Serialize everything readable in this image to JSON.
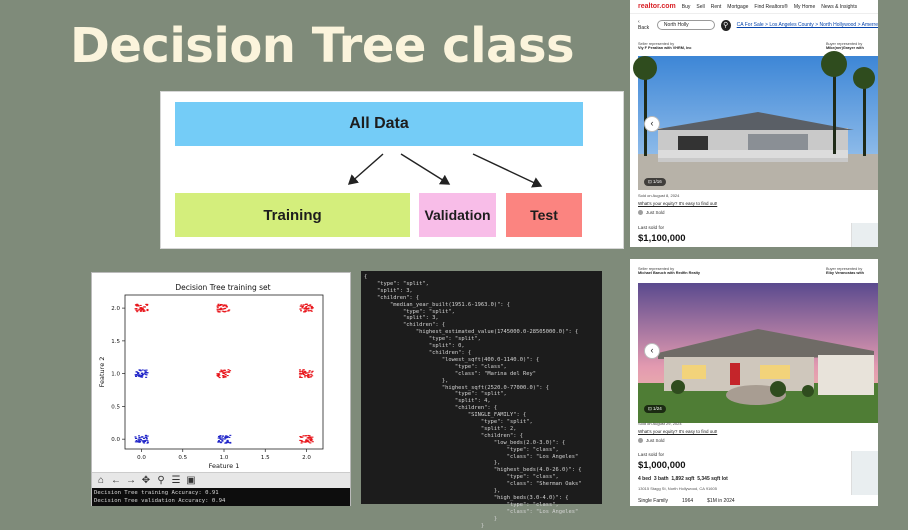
{
  "slide_title": "Decision Tree class",
  "diagram": {
    "root": "All Data",
    "training": "Training",
    "validation": "Validation",
    "test": "Test",
    "colors": {
      "root": "#74ccf7",
      "training": "#d4ee7c",
      "validation": "#f8bde8",
      "test": "#fb8480"
    }
  },
  "plot": {
    "title": "Decision Tree training set",
    "xlabel": "Feature 1",
    "ylabel": "Feature 2",
    "xticks": [
      "0.0",
      "0.5",
      "1.0",
      "1.5",
      "2.0"
    ],
    "yticks": [
      "0.0",
      "0.5",
      "1.0",
      "1.5",
      "2.0"
    ],
    "toolbar_icons": [
      "home-icon",
      "back-arrow-icon",
      "forward-arrow-icon",
      "pan-icon",
      "zoom-icon",
      "configure-icon",
      "save-icon"
    ],
    "toolbar_glyphs": [
      "⌂",
      "←",
      "→",
      "✥",
      "⚲",
      "☰",
      "▣"
    ],
    "console_line_1": "Decision Tree training Accuracy: 0.91",
    "console_line_2": "Decision Tree validation Accuracy: 0.94"
  },
  "chart_data": {
    "type": "scatter",
    "title": "Decision Tree training set",
    "xlabel": "Feature 1",
    "ylabel": "Feature 2",
    "xlim": [
      -0.2,
      2.2
    ],
    "ylim": [
      -0.15,
      2.2
    ],
    "grid": false,
    "clusters": [
      {
        "x": 0.0,
        "y": 2.0,
        "color": "#e8141a"
      },
      {
        "x": 1.0,
        "y": 2.0,
        "color": "#e8141a"
      },
      {
        "x": 2.0,
        "y": 2.0,
        "color": "#e8141a"
      },
      {
        "x": 0.0,
        "y": 1.0,
        "color": "#1d22c8"
      },
      {
        "x": 1.0,
        "y": 1.0,
        "color": "#e8141a"
      },
      {
        "x": 2.0,
        "y": 1.0,
        "color": "#e8141a"
      },
      {
        "x": 0.0,
        "y": 0.0,
        "color": "#1d22c8"
      },
      {
        "x": 1.0,
        "y": 0.0,
        "color": "#1d22c8"
      },
      {
        "x": 2.0,
        "y": 0.0,
        "color": "#e8141a"
      }
    ]
  },
  "json_panel": {
    "text": "{\n    \"type\": \"split\",\n    \"split\": 3,\n    \"children\": {\n        \"median_year_built(1951.6-1963.0)\": {\n            \"type\": \"split\",\n            \"split\": 3,\n            \"children\": {\n                \"highest_estimated_value(1745000.0-28505000.0)\": {\n                    \"type\": \"split\",\n                    \"split\": 0,\n                    \"children\": {\n                        \"lowest_sqft(400.0-1140.0)\": {\n                            \"type\": \"class\",\n                            \"class\": \"Marina del Rey\"\n                        },\n                        \"highest_sqft(2520.0-77000.0)\": {\n                            \"type\": \"split\",\n                            \"split\": 4,\n                            \"children\": {\n                                \"SINGLE_FAMILY\": {\n                                    \"type\": \"split\",\n                                    \"split\": 2,\n                                    \"children\": {\n                                        \"low_beds(2.0-3.0)\": {\n                                            \"type\": \"class\",\n                                            \"class\": \"Los Angeles\"\n                                        },\n                                        \"highest_beds(4.0-26.0)\": {\n                                            \"type\": \"class\",\n                                            \"class\": \"Sherman Oaks\"\n                                        },\n                                        \"high_beds(3.0-4.0)\": {\n                                            \"type\": \"class\",\n                                            \"class\": \"Los Angeles\"\n                                        }\n                                    }"
  },
  "listing1": {
    "logo": "realtor.com",
    "nav": [
      "Buy",
      "Sell",
      "Rent",
      "Mortgage",
      "Find Realtors®",
      "My Home",
      "News & Insights"
    ],
    "back": "Back",
    "search_value": "North Holly",
    "breadcrumbs": "CA For Sale > Los Angeles County > North Hollywood > Amerre",
    "seller_rep": "Seller represented by",
    "seller_agent": "Viy F Peraltan with VHRM, Inc",
    "buyer_rep": "Buyer represented by",
    "buyer_agent": "Mike(ner)Grayer with",
    "photo_count": "1/16",
    "sold_on": "Sold on August 8, 2024",
    "equity_link": "What's your equity? It's easy to find out!",
    "status": "Just Sold",
    "last_sold_label": "Last sold for",
    "price": "$1,100,000"
  },
  "listing2": {
    "seller_rep": "Seller represented by",
    "seller_agent": "Michael Baruch with Redfin Realty",
    "buyer_rep": "Buyer represented by",
    "buyer_agent": "Eiby Veranostas with",
    "photo_count": "1/24",
    "sold_on": "Sold on August 29, 2024",
    "equity_link": "What's your equity? It's easy to find out!",
    "status": "Just Sold",
    "last_sold_label": "Last sold for",
    "price": "$1,000,000",
    "beds": "4 bed",
    "baths": "3 bath",
    "sqft": "1,892 sqft",
    "lot": "5,345 sqft lot",
    "address": "13015 Stagg St, North Hollywood, CA 91605",
    "footer_type": "Single Family",
    "footer_year": "1964",
    "footer_price": "$1M in 2024"
  }
}
